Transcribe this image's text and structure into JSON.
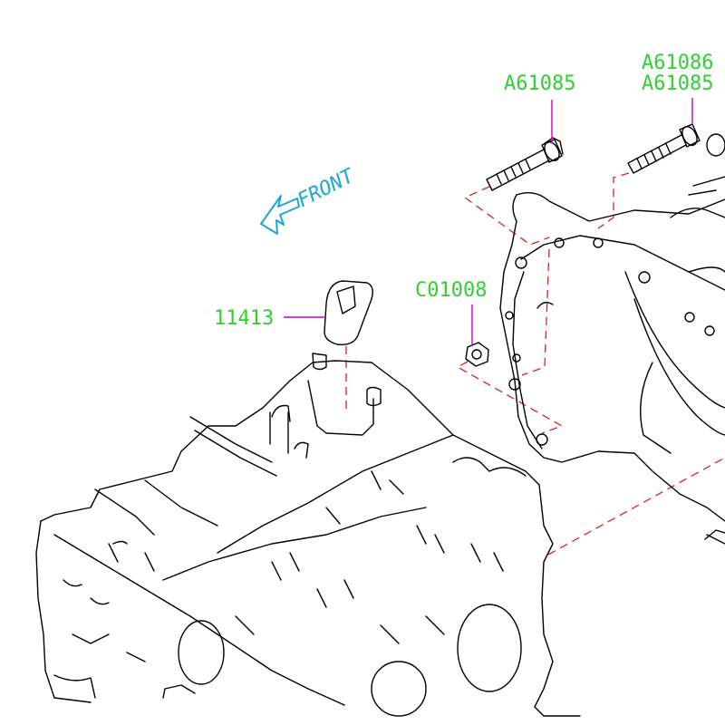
{
  "colors": {
    "label": "#2fd02f",
    "leader": "#c800c8",
    "dash": "#e02020",
    "front": "#1aa7d9",
    "line": "#000000"
  },
  "front_indicator": {
    "text": "FRONT",
    "icon": "front-arrow-icon"
  },
  "parts": [
    {
      "id": "bolt-1",
      "label": "A61085"
    },
    {
      "id": "bolt-2",
      "label": "A61086"
    },
    {
      "id": "bolt-2b",
      "label": "A61085"
    },
    {
      "id": "nut",
      "label": "C01008"
    },
    {
      "id": "plug",
      "label": "11413"
    }
  ]
}
